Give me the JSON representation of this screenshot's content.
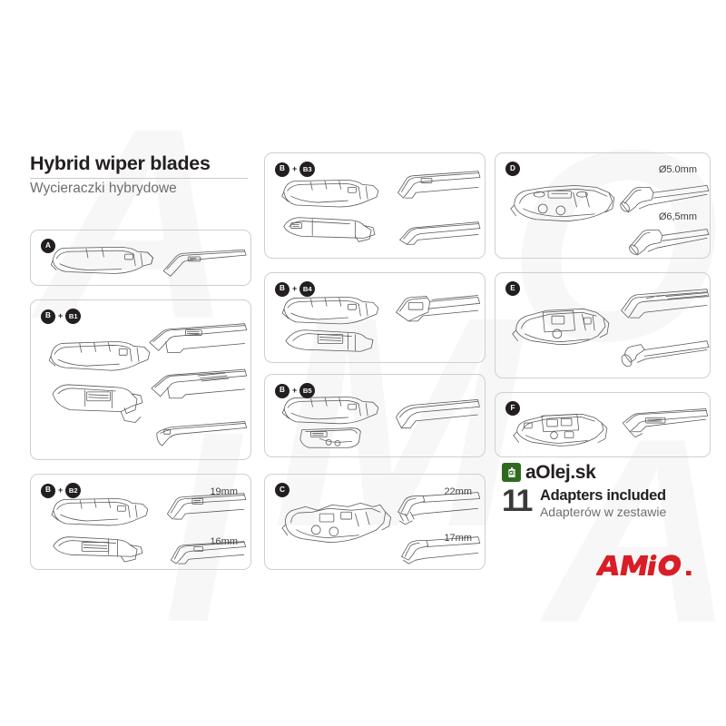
{
  "header": {
    "title_en": "Hybrid wiper blades",
    "title_pl": "Wycieraczki hybrydowe"
  },
  "panels": [
    {
      "id": "a",
      "badges": [
        "A"
      ],
      "dims": []
    },
    {
      "id": "b1",
      "badges": [
        "B",
        "B1"
      ],
      "separator": "+",
      "dims": []
    },
    {
      "id": "b2",
      "badges": [
        "B",
        "B2"
      ],
      "separator": "+",
      "dims": [
        "19mm",
        "16mm"
      ]
    },
    {
      "id": "b3",
      "badges": [
        "B",
        "B3"
      ],
      "separator": "+",
      "dims": []
    },
    {
      "id": "b4",
      "badges": [
        "B",
        "B4"
      ],
      "separator": "+",
      "dims": []
    },
    {
      "id": "b5",
      "badges": [
        "B",
        "B5"
      ],
      "separator": "+",
      "dims": []
    },
    {
      "id": "c",
      "badges": [
        "C"
      ],
      "dims": [
        "22mm",
        "17mm"
      ]
    },
    {
      "id": "d",
      "badges": [
        "D"
      ],
      "dims": [
        "Ø5.0mm",
        "Ø6,5mm"
      ]
    },
    {
      "id": "e",
      "badges": [
        "E"
      ],
      "dims": []
    },
    {
      "id": "f",
      "badges": [
        "F"
      ],
      "dims": []
    }
  ],
  "brand": {
    "shop_name": "aOlej.sk",
    "mark_icon": "oil-bottle-icon",
    "mark_color": "#2f6b1f",
    "adapters_count": "11",
    "adapters_en": "Adapters included",
    "adapters_pl": "Adapterów w zestawie"
  },
  "manufacturer": {
    "name": "AMiO.",
    "color": "#d81e26"
  },
  "watermark": {
    "letters": [
      "A",
      "M",
      "I",
      "O",
      "."
    ],
    "color": "#f7f7f7"
  },
  "colors": {
    "panel_border": "#cfcfcf",
    "badge_bg": "#231f20",
    "line_art": "#58595b",
    "title": "#231f20",
    "subtitle": "#6d6e71"
  }
}
